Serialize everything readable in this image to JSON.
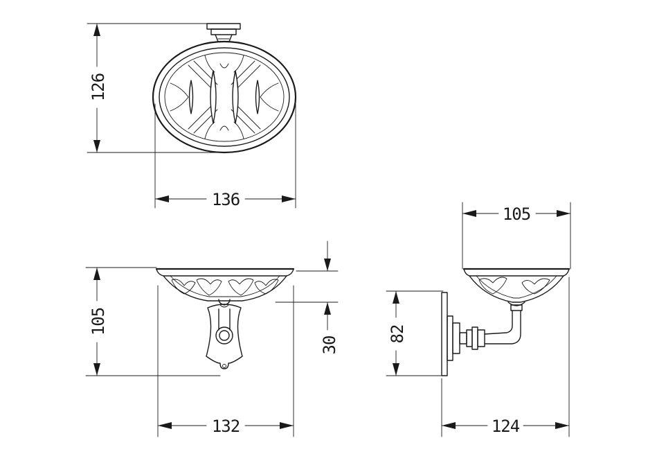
{
  "dimensions": {
    "top_height": "126",
    "top_width": "136",
    "front_height": "105",
    "front_width": "132",
    "front_dish_depth": "30",
    "side_width_top": "105",
    "side_height": "82",
    "side_depth": "124"
  }
}
